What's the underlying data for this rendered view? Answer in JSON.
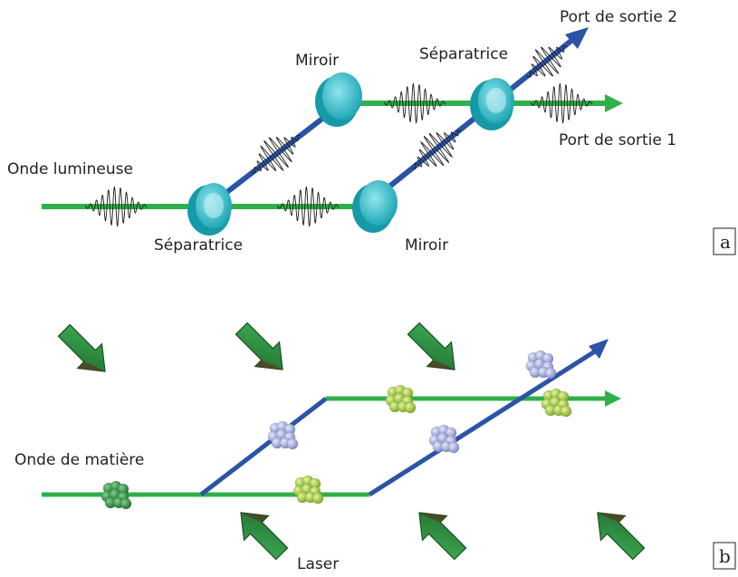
{
  "panel_a": {
    "letter": "a",
    "labels": {
      "onde_lumineuse": "Onde lumineuse",
      "separatrice_1": "Séparatrice",
      "separatrice_2": "Séparatrice",
      "miroir_top": "Miroir",
      "miroir_bottom": "Miroir",
      "port_2": "Port de sortie 2",
      "port_1": "Port de sortie 1"
    }
  },
  "panel_b": {
    "letter": "b",
    "labels": {
      "onde_matiere": "Onde de matière",
      "laser": "Laser"
    }
  },
  "colors": {
    "green_beam": "#2fb04a",
    "blue_beam": "#2b54a6",
    "optic_cyan": "#2fb8c4",
    "atom_dark_green": "#2e8b3a",
    "atom_light_green": "#9ccc3a",
    "atom_lavender": "#9aa3d8",
    "laser_arrow": "#2f9a4a"
  }
}
